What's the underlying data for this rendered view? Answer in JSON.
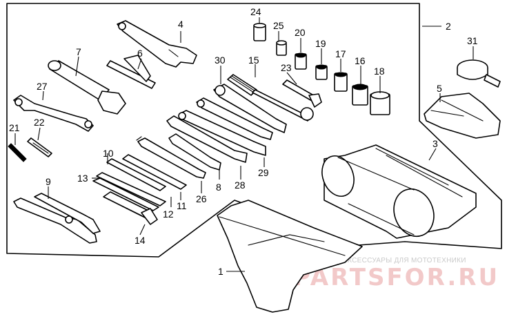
{
  "callouts": [
    {
      "id": "c1",
      "label": "1"
    },
    {
      "id": "c2",
      "label": "2"
    },
    {
      "id": "c3",
      "label": "3"
    },
    {
      "id": "c4",
      "label": "4"
    },
    {
      "id": "c5",
      "label": "5"
    },
    {
      "id": "c6",
      "label": "6"
    },
    {
      "id": "c7",
      "label": "7"
    },
    {
      "id": "c8",
      "label": "8"
    },
    {
      "id": "c9",
      "label": "9"
    },
    {
      "id": "c10",
      "label": "10"
    },
    {
      "id": "c11",
      "label": "11"
    },
    {
      "id": "c12",
      "label": "12"
    },
    {
      "id": "c13",
      "label": "13"
    },
    {
      "id": "c14",
      "label": "14"
    },
    {
      "id": "c15",
      "label": "15"
    },
    {
      "id": "c16",
      "label": "16"
    },
    {
      "id": "c17",
      "label": "17"
    },
    {
      "id": "c18",
      "label": "18"
    },
    {
      "id": "c19",
      "label": "19"
    },
    {
      "id": "c20",
      "label": "20"
    },
    {
      "id": "c21",
      "label": "21"
    },
    {
      "id": "c22",
      "label": "22"
    },
    {
      "id": "c23",
      "label": "23"
    },
    {
      "id": "c24",
      "label": "24"
    },
    {
      "id": "c25",
      "label": "25"
    },
    {
      "id": "c26",
      "label": "26"
    },
    {
      "id": "c27",
      "label": "27"
    },
    {
      "id": "c28",
      "label": "28"
    },
    {
      "id": "c29",
      "label": "29"
    },
    {
      "id": "c30",
      "label": "30"
    },
    {
      "id": "c31",
      "label": "31"
    }
  ],
  "watermark": {
    "tagline": "ЗАПЧАСТИ И АКСЕССУАРЫ ДЛЯ МОТОТЕХНИКИ",
    "logo": "PARTSFOR.RU"
  },
  "colors": {
    "line": "#000000",
    "background": "#ffffff",
    "watermark_text": "#c9c9c9",
    "watermark_logo": "#f2c9c9"
  }
}
